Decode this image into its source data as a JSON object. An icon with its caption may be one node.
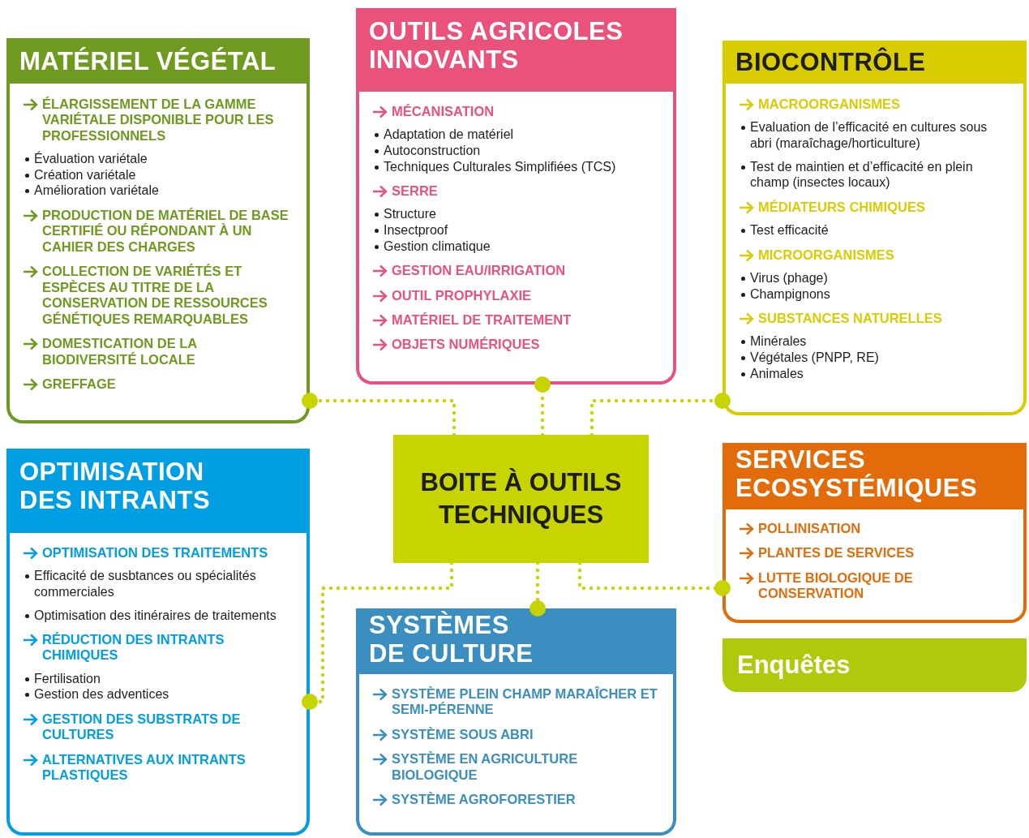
{
  "diagram": {
    "nodes": [
      {
        "text": [
          "MATÉRIEL VÉGÉTAL",
          "ÉLARGISSEMENT DE LA GAMME VARIÉTALE DISPONIBLE POUR LES PROFESSIONNELS",
          "Évaluation variétale",
          "Création variétale",
          "Amélioration variétale",
          "PRODUCTION DE MATÉRIEL DE BASE CERTIFIÉ OU RÉPONDANT À UN CAHIER DES CHARGES",
          "COLLECTION DE VARIÉTÉS ET ESPÈCES AU TITRE DE LA CONSERVATION DE RESSOURCES GÉNÉTIQUES REMARQUABLES",
          "DOMESTICATION DE LA BIODIVERSITÉ LOCALE",
          "GREFFAGE"
        ]
      },
      {
        "text": [
          "OUTILS AGRICOLES INNOVANTS",
          "MÉCANISATION",
          "Adaptation de matériel",
          "Autoconstruction",
          "Techniques Culturales Simplifiées (TCS)",
          "SERRE",
          "Structure",
          "Insectproof",
          "Gestion climatique",
          "GESTION EAU/IRRIGATION",
          "OUTIL PROPHYLAXIE",
          "MATÉRIEL DE TRAITEMENT",
          "OBJETS NUMÉRIQUES"
        ]
      },
      {
        "text": [
          "BIOCONTRÔLE",
          "MACROORGANISMES",
          "Evaluation de l’efficacité en cultures sous abri (maraîchage/horticulture)",
          "Test de maintien et d’efficacité en plein champ (insectes locaux)",
          "MÉDIATEURS CHIMIQUES",
          "Test efficacité",
          "MICROORGANISMES",
          "Virus (phage)",
          "Champignons",
          "SUBSTANCES NATURELLES",
          "Minérales",
          "Végétales (PNPP, RE)",
          "Animales"
        ]
      },
      {
        "text": [
          "OPTIMISATION DES INTRANTS",
          "OPTIMISATION DES TRAITEMENTS",
          "Efficacité de susbtances ou spécialités commerciales",
          "Optimisation des itinéraires de traitements",
          "RÉDUCTION DES INTRANTS CHIMIQUES",
          "Fertilisation",
          "Gestion des adventices",
          "GESTION DES SUBSTRATS DE CULTURES",
          "ALTERNATIVES AUX INTRANTS PLASTIQUES"
        ]
      },
      {
        "text": [
          "BOITE À OUTILS TECHNIQUES"
        ]
      },
      {
        "text": [
          "SERVICES ECOSYSTÉMIQUES",
          "POLLINISATION",
          "PLANTES DE SERVICES",
          "LUTTE BIOLOGIQUE DE CONSERVATION"
        ]
      },
      {
        "text": [
          "SYSTÈMES DE CULTURE",
          "SYSTÈME PLEIN CHAMP MARAÎCHER ET SEMI-PÉRENNE",
          "SYSTÈME SOUS ABRI",
          "SYSTÈME EN AGRICULTURE BIOLOGIQUE",
          "SYSTÈME AGROFORESTIER"
        ]
      },
      {
        "text": [
          "Enquêtes"
        ]
      }
    ],
    "edges": [
      {
        "from": 4,
        "to": 0,
        "arrow": "other",
        "style": "dashed"
      },
      {
        "from": 4,
        "to": 1,
        "arrow": "other",
        "style": "dashed"
      },
      {
        "from": 4,
        "to": 2,
        "arrow": "other",
        "style": "dashed"
      },
      {
        "from": 4,
        "to": 3,
        "arrow": "other",
        "style": "dashed"
      },
      {
        "from": 4,
        "to": 5,
        "arrow": "other",
        "style": "dashed"
      },
      {
        "from": 4,
        "to": 6,
        "arrow": "other",
        "style": "dashed"
      }
    ]
  }
}
